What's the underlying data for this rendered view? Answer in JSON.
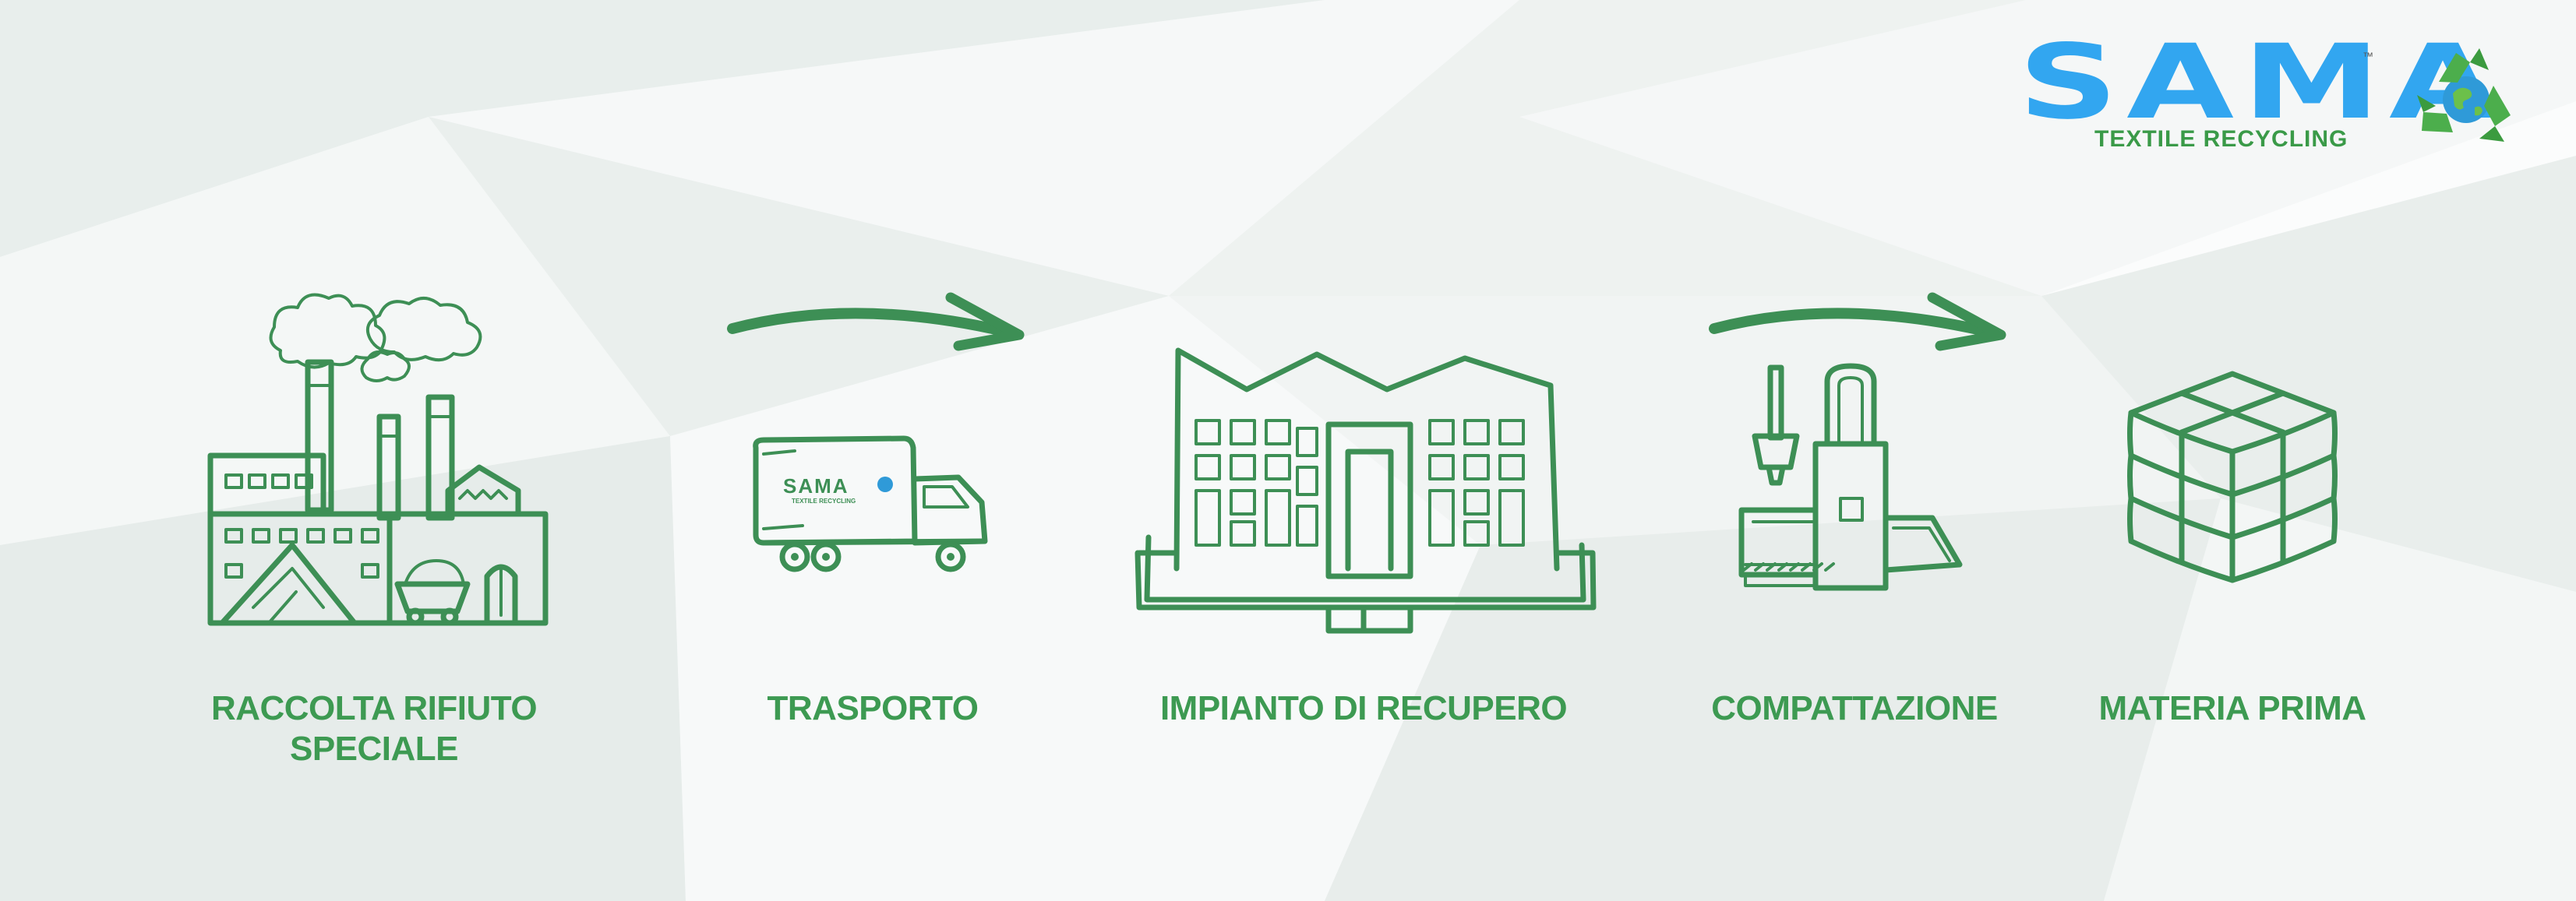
{
  "brand": {
    "name": "SAMA",
    "tm": "™",
    "tagline": "TEXTILE RECYCLING",
    "truck_badge": "SAMA",
    "truck_badge_sub": "TEXTILE RECYCLING",
    "colors": {
      "blue": "#32a6f0",
      "green": "#3d9a52"
    }
  },
  "steps": [
    {
      "label": "RACCOLTA RIFIUTO\nSPECIALE",
      "icon": "factory-icon"
    },
    {
      "label": "TRASPORTO",
      "icon": "truck-icon"
    },
    {
      "label": "IMPIANTO DI RECUPERO",
      "icon": "plant-icon"
    },
    {
      "label": "COMPATTAZIONE",
      "icon": "press-icon"
    },
    {
      "label": "MATERIA PRIMA",
      "icon": "bales-icon"
    }
  ]
}
